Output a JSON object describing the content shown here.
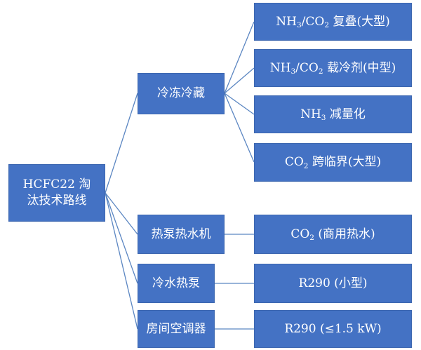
{
  "root": {
    "line1": "HCFC22 淘",
    "line2": "汰技术路线"
  },
  "categories": [
    {
      "label": "冷冻冷藏"
    },
    {
      "label": "热泵热水机"
    },
    {
      "label": "冷水热泵"
    },
    {
      "label": "房间空调器"
    }
  ],
  "solutions": [
    {
      "pre": "NH",
      "sub1": "3",
      "mid": "/CO",
      "sub2": "2",
      "post": " 复叠(大型)"
    },
    {
      "pre": "NH",
      "sub1": "3",
      "mid": "/CO",
      "sub2": "2",
      "post": " 载冷剂(中型)"
    },
    {
      "pre": "NH",
      "sub1": "3",
      "mid": " 减量化",
      "sub2": "",
      "post": ""
    },
    {
      "pre": "CO",
      "sub1": "2",
      "mid": " 跨临界(大型)",
      "sub2": "",
      "post": ""
    },
    {
      "pre": "CO",
      "sub1": "2",
      "mid": " (商用热水)",
      "sub2": "",
      "post": ""
    },
    {
      "pre": "R290 (小型)",
      "sub1": "",
      "mid": "",
      "sub2": "",
      "post": ""
    },
    {
      "pre": "R290 (≤1.5 kW)",
      "sub1": "",
      "mid": "",
      "sub2": "",
      "post": ""
    }
  ],
  "colors": {
    "box_fill": "#4472c4",
    "connector": "#5b86c2",
    "text": "#ffffff"
  }
}
